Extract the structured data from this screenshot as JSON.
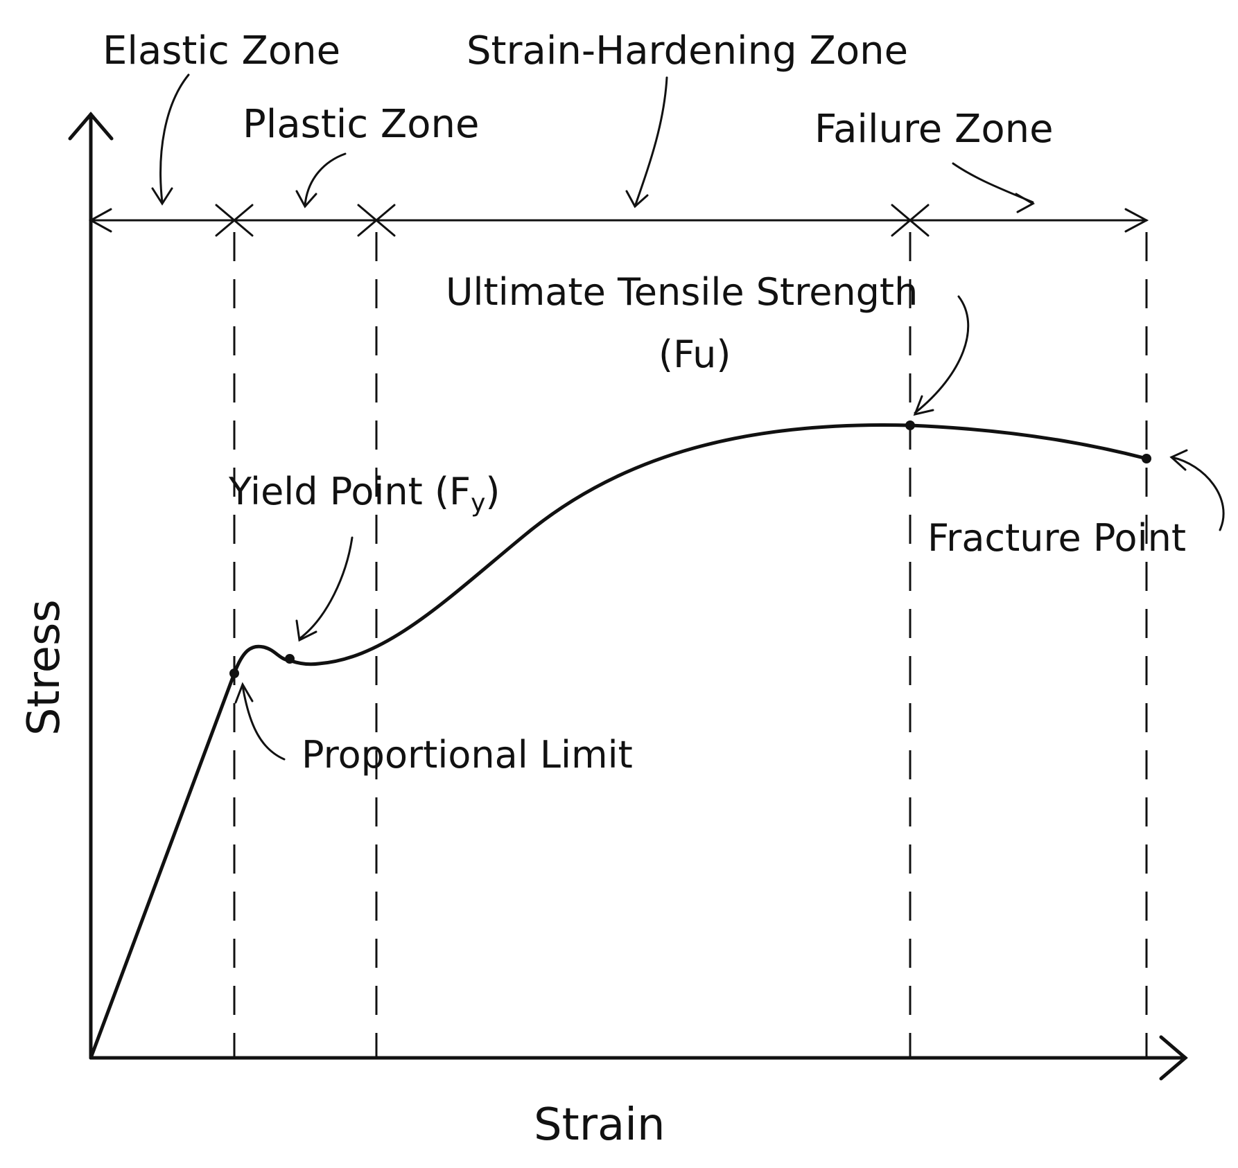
{
  "axes": {
    "x_label": "Strain",
    "y_label": "Stress"
  },
  "zones": {
    "elastic": "Elastic Zone",
    "plastic": "Plastic Zone",
    "strain_hardening": "Strain-Hardening Zone",
    "failure": "Failure Zone"
  },
  "points": {
    "uts_line1": "Ultimate Tensile Strength",
    "uts_line2": "(Fu)",
    "yield_main": "Yield Point (F",
    "yield_sub": "y",
    "yield_close": ")",
    "fracture": "Fracture Point",
    "proportional": "Proportional Limit"
  },
  "colors": {
    "ink": "#111111",
    "background": "#ffffff"
  }
}
